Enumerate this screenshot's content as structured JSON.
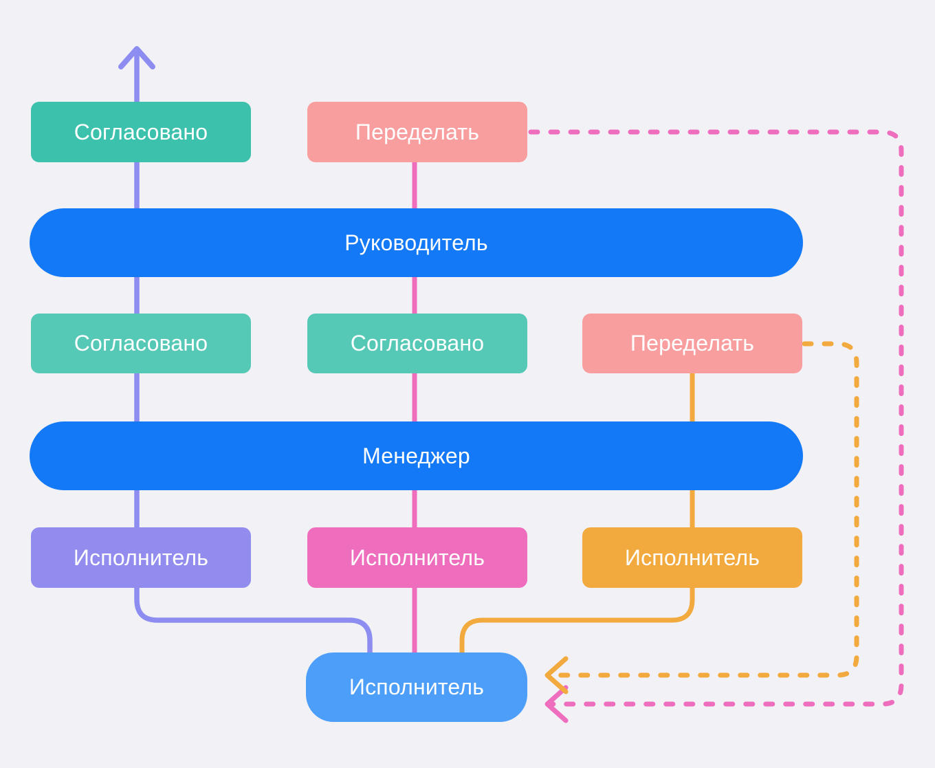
{
  "diagram": {
    "title_hint": "approval-workflow-flowchart",
    "colors": {
      "background": "#F1F1F6",
      "teal": "#3CC2AC",
      "teal_light": "#55C8B6",
      "salmon": "#F99E9E",
      "blue_bar": "#1379F7",
      "blue_light": "#4D9EF9",
      "purple_box": "#928CEF",
      "purple_line": "#8D8DF1",
      "pink": "#EE6DBD",
      "orange": "#F2A93D",
      "text": "#FFFFFF"
    },
    "nodes": {
      "approved_top": {
        "label": "Согласовано"
      },
      "redo_top": {
        "label": "Переделать"
      },
      "lead_bar": {
        "label": "Руководитель"
      },
      "approved_mid_left": {
        "label": "Согласовано"
      },
      "approved_mid_center": {
        "label": "Согласовано"
      },
      "redo_mid": {
        "label": "Переделать"
      },
      "manager_bar": {
        "label": "Менеджер"
      },
      "executor_left": {
        "label": "Исполнитель"
      },
      "executor_center": {
        "label": "Исполнитель"
      },
      "executor_right": {
        "label": "Исполнитель"
      },
      "executor_bottom": {
        "label": "Исполнитель"
      }
    }
  }
}
